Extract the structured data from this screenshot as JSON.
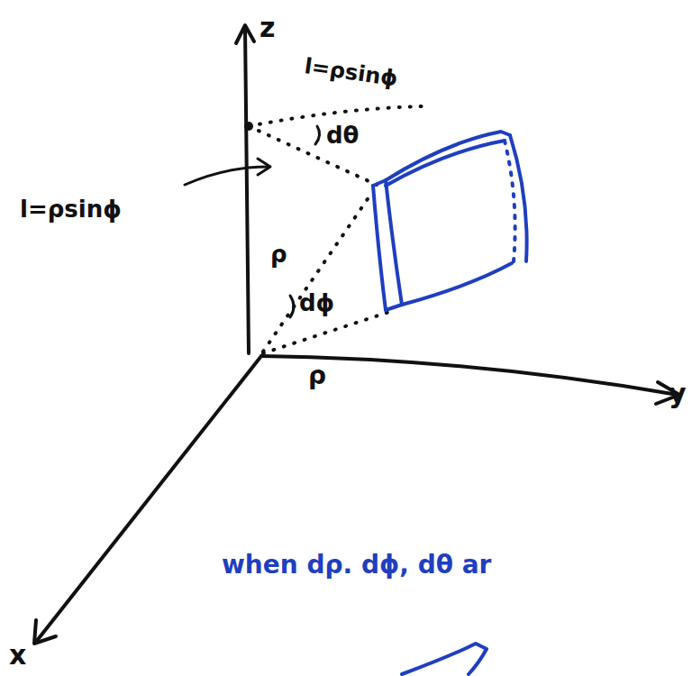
{
  "diagram": {
    "labels": [
      "z",
      "l=ρsinϕ",
      "dθ",
      "l=ρsinϕ",
      "ρ",
      "dϕ",
      "ρ",
      "y",
      "when dρ. dϕ, dθ ar",
      "x"
    ]
  }
}
